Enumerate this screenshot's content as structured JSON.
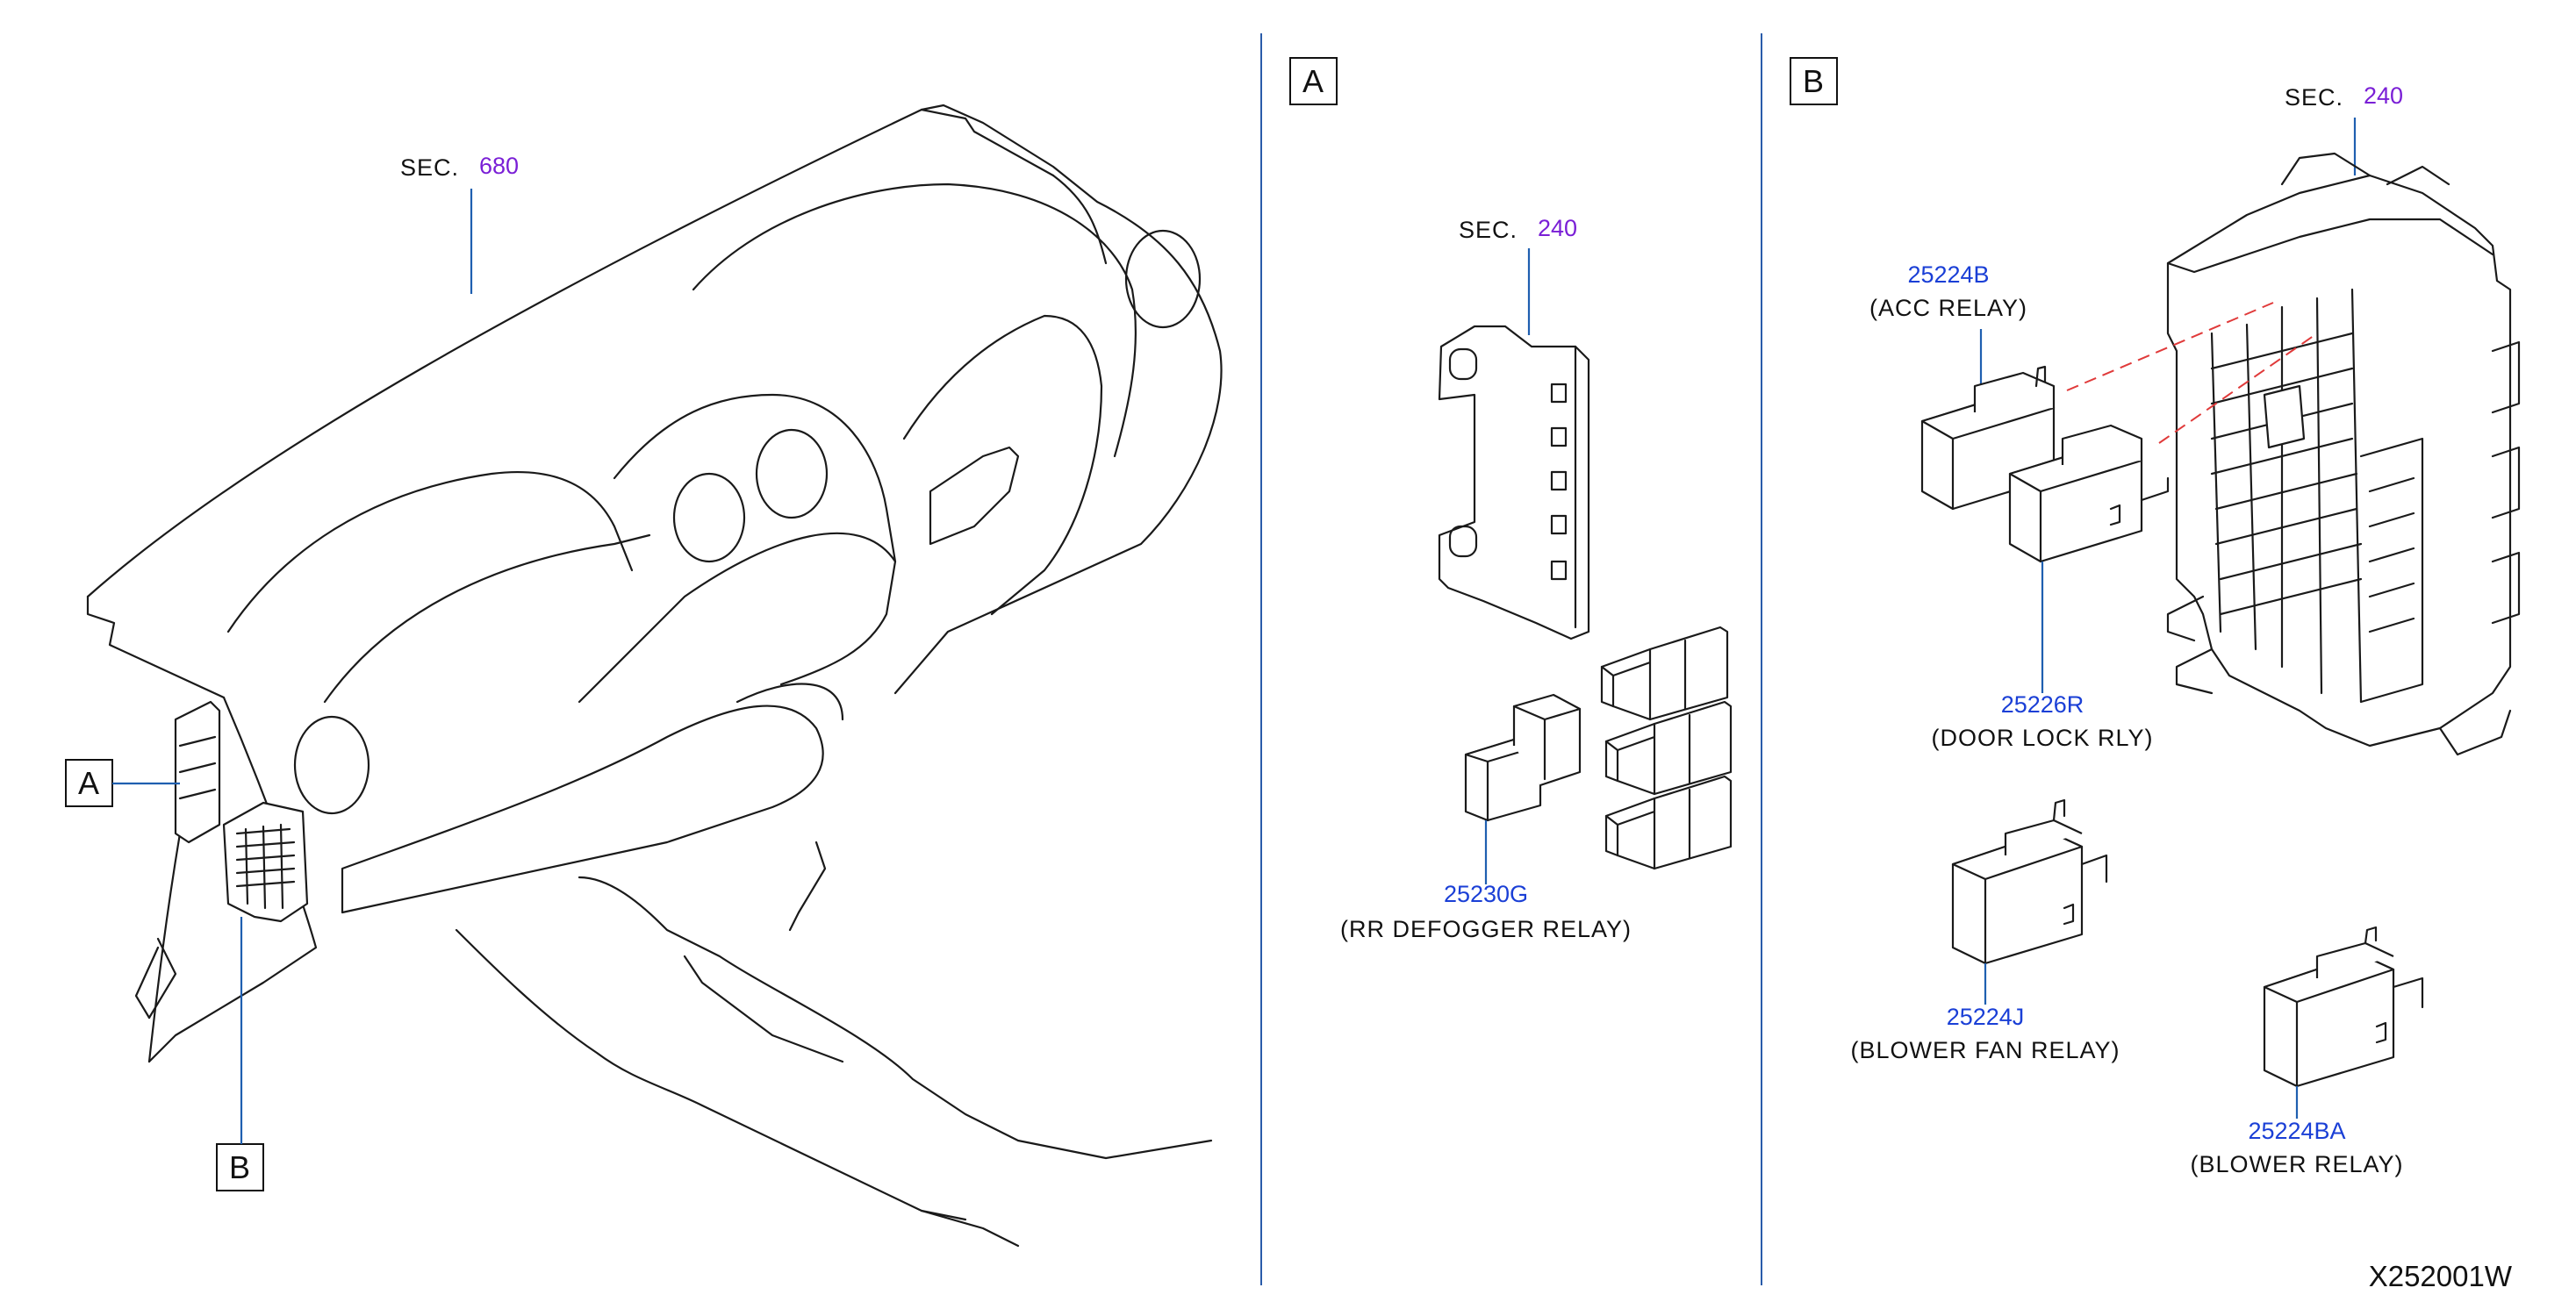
{
  "sections": {
    "dash": {
      "sec_prefix": "SEC.",
      "sec_number": "680"
    },
    "panel_a": {
      "box_label": "A",
      "sec_prefix": "SEC.",
      "sec_number": "240",
      "part_number": "25230G",
      "part_name": "(RR   DEFOGGER   RELAY)"
    },
    "panel_b": {
      "box_label": "B",
      "sec_prefix": "SEC.",
      "sec_number": "240"
    }
  },
  "callouts": {
    "a": "A",
    "b": "B"
  },
  "parts_b": {
    "acc": {
      "number": "25224B",
      "name": "(ACC   RELAY)"
    },
    "door": {
      "number": "25226R",
      "name": "(DOOR   LOCK   RLY)"
    },
    "blower_fan": {
      "number": "25224J",
      "name": "(BLOWER   FAN   RELAY)"
    },
    "blower": {
      "number": "25224BA",
      "name": "(BLOWER   RELAY)"
    }
  },
  "diagram_id": "X252001W",
  "colors": {
    "leader": "#1f5fb0",
    "sec_link": "#7a1fd6",
    "part_number": "#1a3fd6",
    "dashed_guide": "#e03a3a"
  }
}
